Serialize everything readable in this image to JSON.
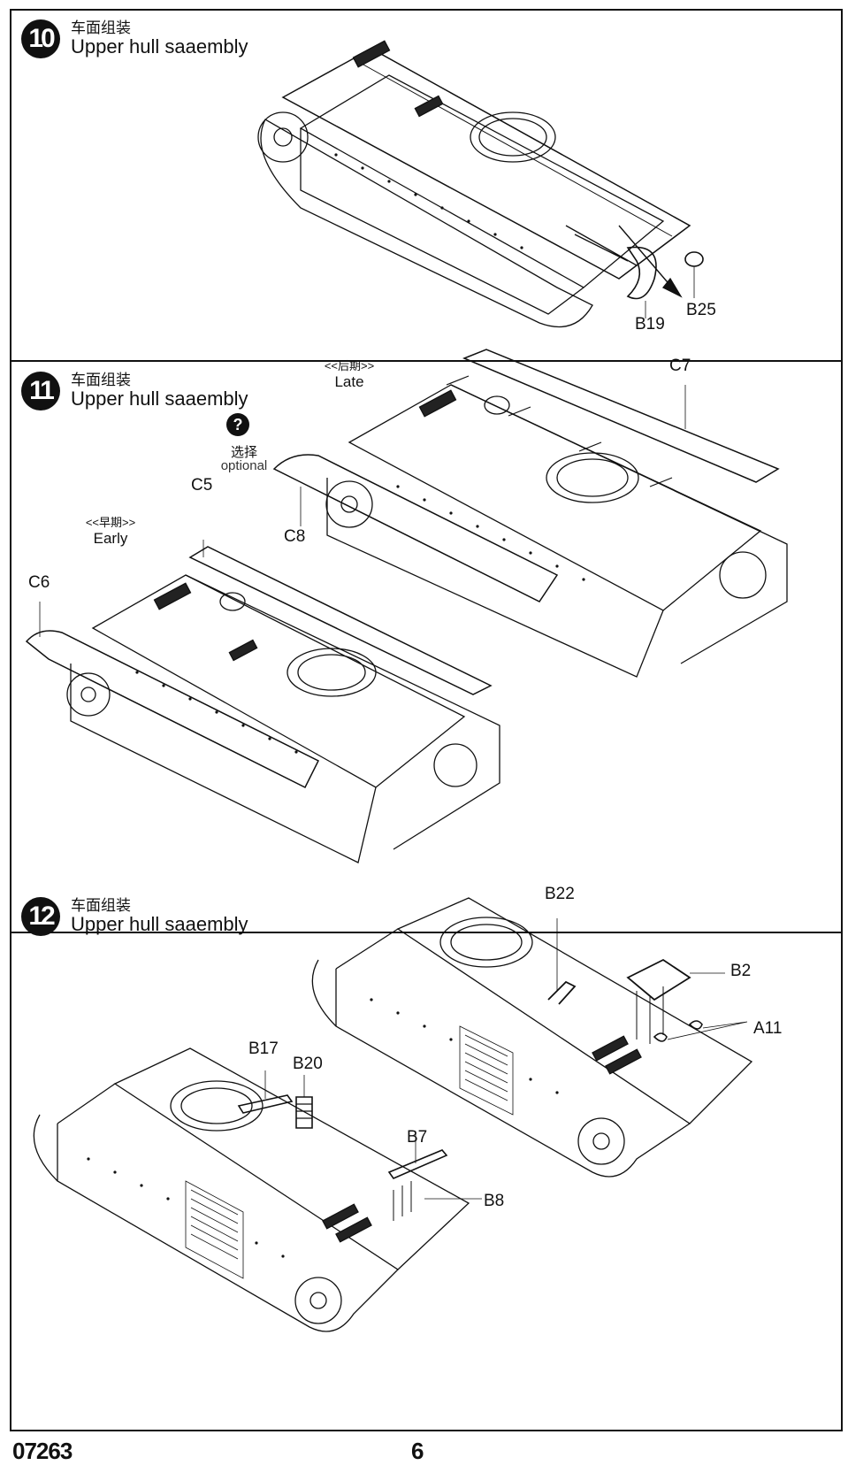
{
  "page": {
    "product_code": "07263",
    "page_number": "6"
  },
  "steps": [
    {
      "number": "10",
      "title_cn": "车面组装",
      "title_en": "Upper hull saaembly",
      "parts": [
        "B19",
        "B25"
      ]
    },
    {
      "number": "11",
      "title_cn": "车面组装",
      "title_en": "Upper hull saaembly",
      "optional": {
        "icon": "question-icon",
        "symbol": "?",
        "label_cn": "选择",
        "label_en": "optional"
      },
      "variants": [
        {
          "label_cn": "<<早期>>",
          "label_en": "Early",
          "parts": [
            "C5",
            "C6"
          ]
        },
        {
          "label_cn": "<<后期>>",
          "label_en": "Late",
          "parts": [
            "C7",
            "C8"
          ]
        }
      ]
    },
    {
      "number": "12",
      "title_cn": "车面组装",
      "title_en": "Upper hull saaembly",
      "parts": [
        "B22",
        "B2",
        "A11",
        "B17",
        "B20",
        "B7",
        "B8"
      ]
    }
  ]
}
